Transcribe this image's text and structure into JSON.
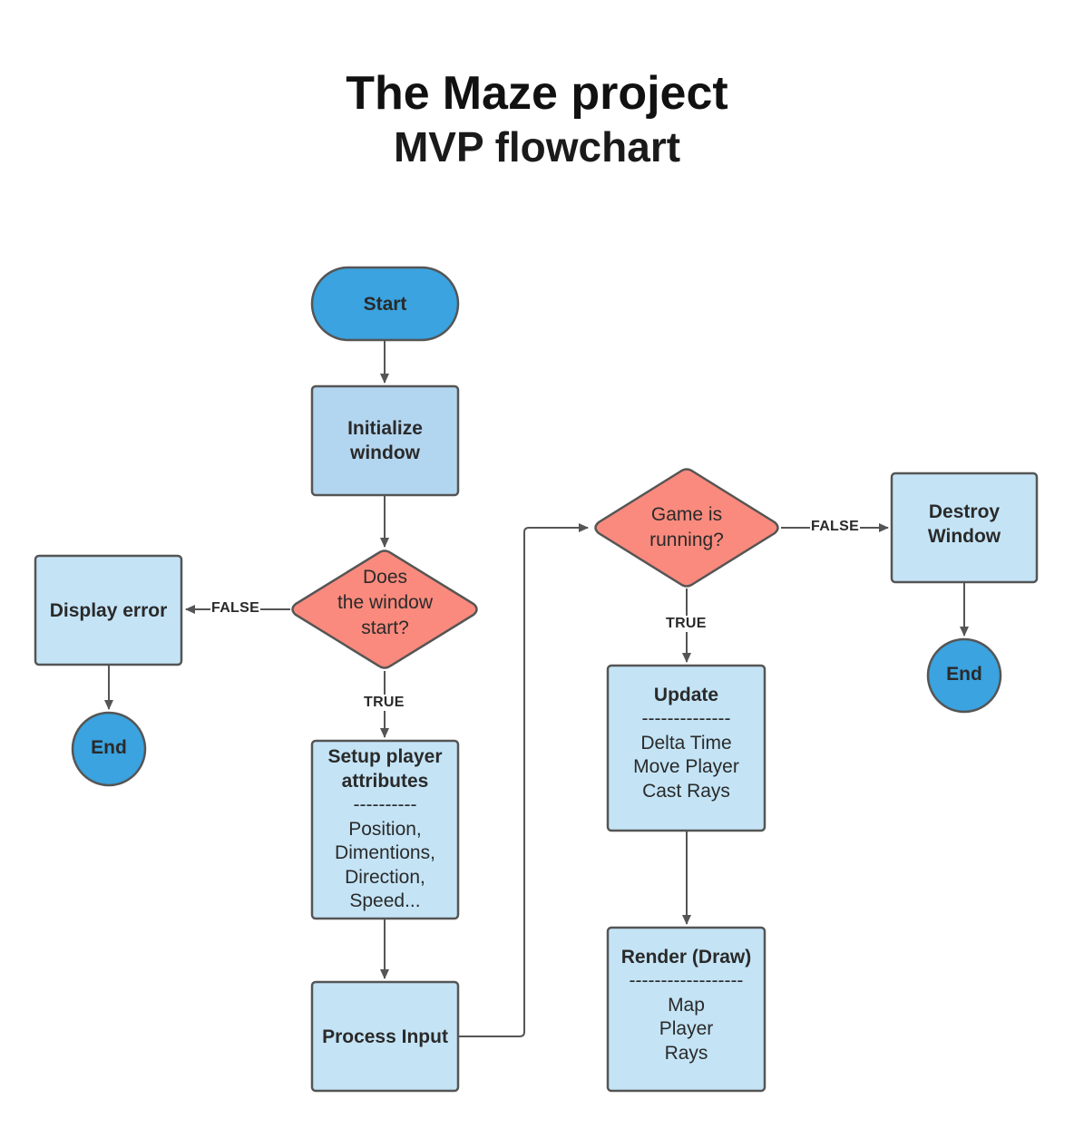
{
  "title": {
    "line1_a": "The",
    "line1_b": "Maze project",
    "line2": "MVP flowchart"
  },
  "colors": {
    "terminal": "#3aa3e0",
    "process_dark": "#b3d6f0",
    "process": "#c4e4f6",
    "decision": "#fa8a7d",
    "stroke": "#555555"
  },
  "nodes": {
    "start": "Start",
    "init": {
      "l1": "Initialize",
      "l2": "window"
    },
    "does": {
      "l1": "Does",
      "l2": "the window",
      "l3": "start?"
    },
    "display_error": "Display error",
    "end_left": "End",
    "setup": {
      "l1": "Setup player",
      "l2": "attributes",
      "sep": "----------",
      "i1": "Position,",
      "i2": "Dimentions,",
      "i3": "Direction,",
      "i4": "Speed..."
    },
    "process_input": "Process Input",
    "game": {
      "l1": "Game is",
      "l2": "running?"
    },
    "destroy": {
      "l1": "Destroy",
      "l2": "Window"
    },
    "end_right": "End",
    "update": {
      "title": "Update",
      "sep": "--------------",
      "i1": "Delta Time",
      "i2": "Move Player",
      "i3": "Cast Rays"
    },
    "render": {
      "title": "Render (Draw)",
      "sep": "------------------",
      "i1": "Map",
      "i2": "Player",
      "i3": "Rays"
    }
  },
  "edges": {
    "false_1": "FALSE",
    "true_1": "TRUE",
    "false_2": "FALSE",
    "true_2": "TRUE"
  }
}
